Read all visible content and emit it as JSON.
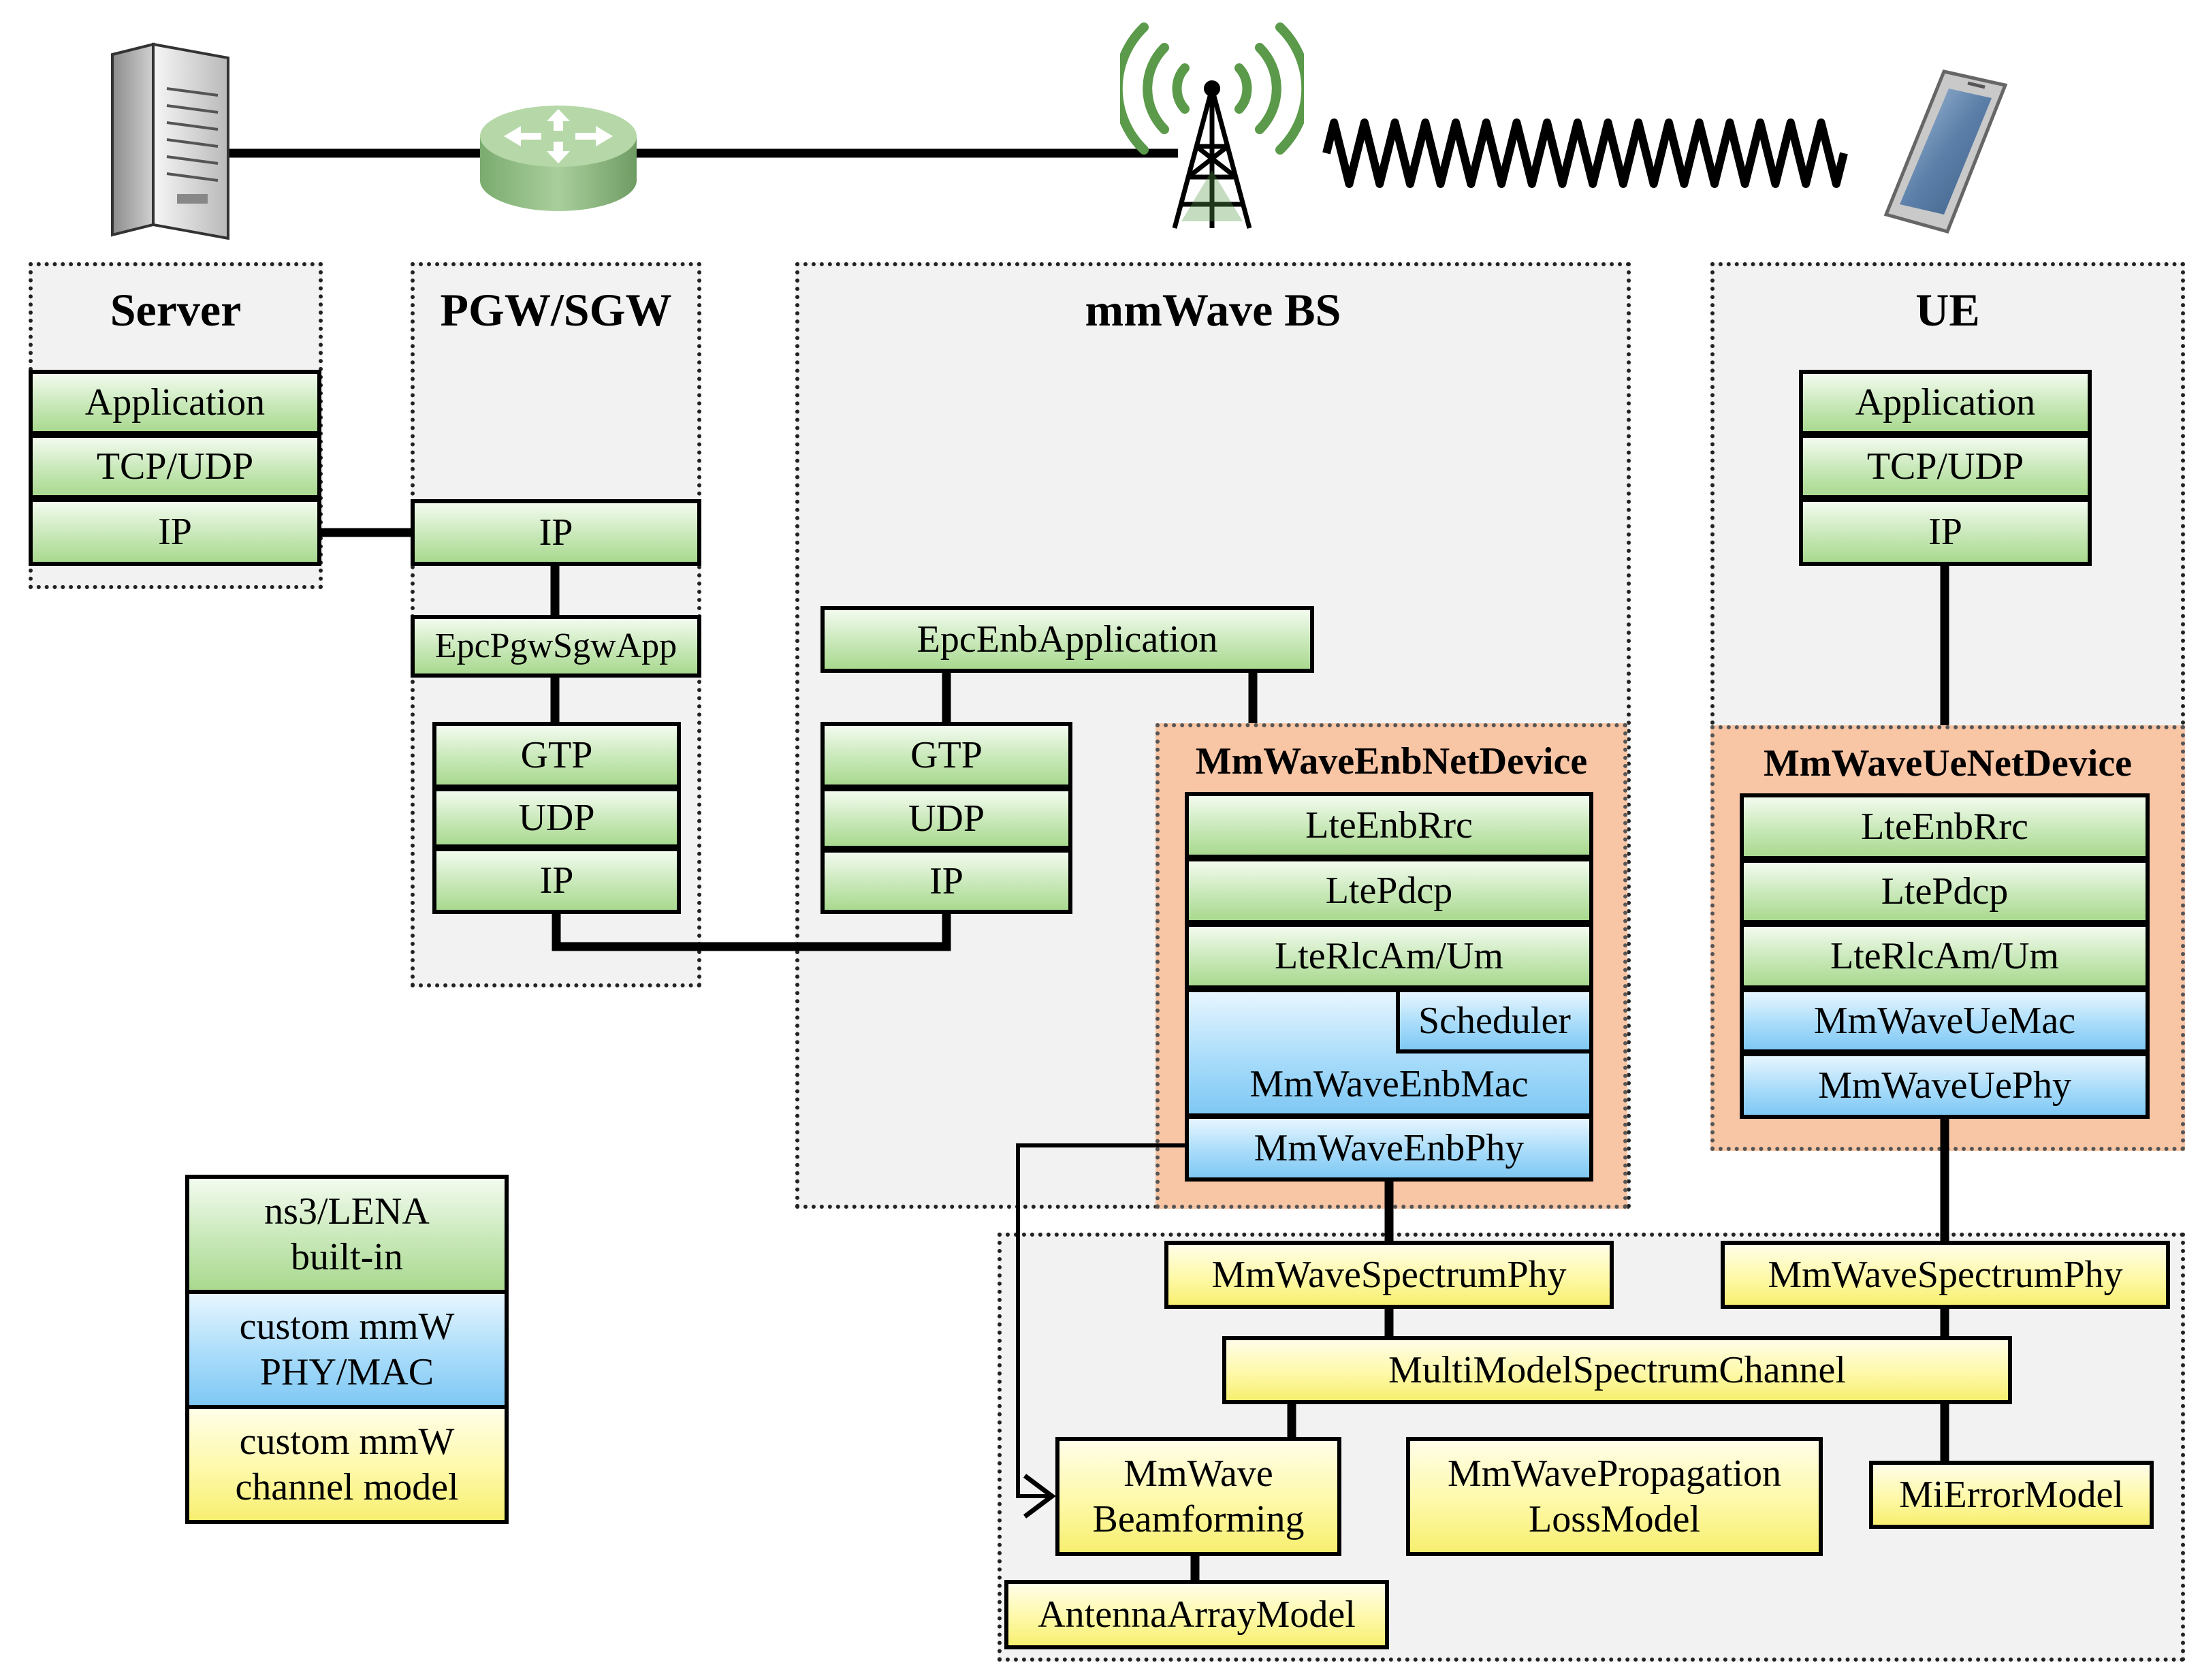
{
  "groups": {
    "server": "Server",
    "pgw": "PGW/SGW",
    "bs": "mmWave BS",
    "ue": "UE"
  },
  "server": {
    "app": "Application",
    "tcp": "TCP/UDP",
    "ip": "IP"
  },
  "pgw": {
    "ip": "IP",
    "app": "EpcPgwSgwApp",
    "gtp": "GTP",
    "udp": "UDP",
    "ip2": "IP"
  },
  "bs": {
    "epc_app": "EpcEnbApplication",
    "gtp": "GTP",
    "udp": "UDP",
    "ip": "IP",
    "device_title": "MmWaveEnbNetDevice",
    "rrc": "LteEnbRrc",
    "pdcp": "LtePdcp",
    "rlc": "LteRlcAm/Um",
    "scheduler": "Scheduler",
    "mac": "MmWaveEnbMac",
    "phy": "MmWaveEnbPhy"
  },
  "ue": {
    "app": "Application",
    "tcp": "TCP/UDP",
    "ip": "IP",
    "device_title": "MmWaveUeNetDevice",
    "rrc": "LteEnbRrc",
    "pdcp": "LtePdcp",
    "rlc": "LteRlcAm/Um",
    "mac": "MmWaveUeMac",
    "phy": "MmWaveUePhy"
  },
  "channel": {
    "enb_spectrum": "MmWaveSpectrumPhy",
    "ue_spectrum": "MmWaveSpectrumPhy",
    "multimodel": "MultiModelSpectrumChannel",
    "beam_1": "MmWave",
    "beam_2": "Beamforming",
    "prop_1": "MmWavePropagation",
    "prop_2": "LossModel",
    "error": "MiErrorModel",
    "antenna": "AntennaArrayModel"
  },
  "legend": {
    "builtin_1": "ns3/LENA",
    "builtin_2": "built-in",
    "phymac_1": "custom mmW",
    "phymac_2": "PHY/MAC",
    "channel_1": "custom mmW",
    "channel_2": "channel model"
  },
  "colors": {
    "builtin_green": "#b8e2a3",
    "custom_blue": "#9dd6f8",
    "channel_yellow": "#fbf58c",
    "device_orange": "#f8c5a5",
    "antenna_green": "#5a9a4a"
  },
  "icons": [
    "server-icon",
    "router-icon",
    "antenna-tower-icon",
    "radio-wave-icon",
    "smartphone-icon"
  ]
}
